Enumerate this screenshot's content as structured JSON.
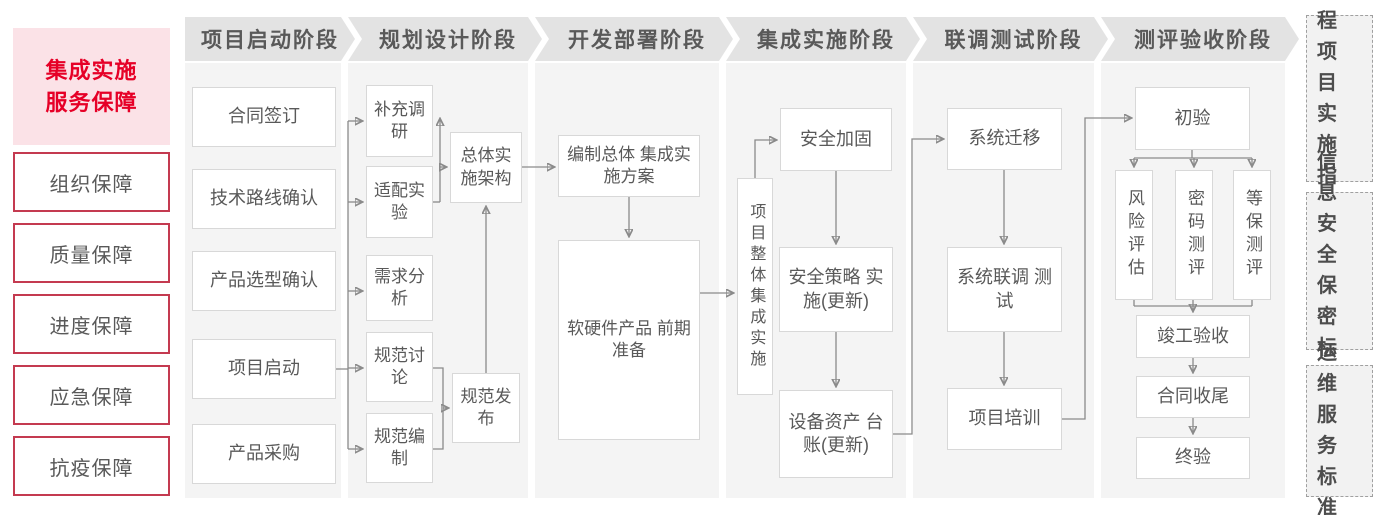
{
  "colors": {
    "accent_red_text": "#e60027",
    "accent_pink_bg": "#fbe2e7",
    "guarantee_border_red": "#c43a50",
    "phase_header_bg": "#e3e3e3",
    "panel_bg": "#f4f4f4",
    "node_border": "#d8d8d8",
    "text_gray": "#595959",
    "connector_gray": "#8a8a8a"
  },
  "sidebar_left": {
    "title_lines": [
      "集成实施",
      "服务保障"
    ],
    "items": [
      "组织保障",
      "质量保障",
      "进度保障",
      "应急保障",
      "抗疫保障"
    ]
  },
  "phases": [
    {
      "label": "项目启动阶段",
      "nodes": [
        "合同签订",
        "技术路线确认",
        "产品选型确认",
        "项目启动",
        "产品采购"
      ]
    },
    {
      "label": "规划设计阶段",
      "nodes": [
        "补充调研",
        "适配实验",
        "需求分析",
        "规范讨论",
        "规范编制",
        "总体实施架构",
        "规范发布"
      ]
    },
    {
      "label": "开发部署阶段",
      "nodes": [
        "编制总体 集成实施方案",
        "软硬件产品 前期准备"
      ]
    },
    {
      "label": "集成实施阶段",
      "nodes": [
        "项目整体集成实施",
        "安全加固",
        "安全策略 实施(更新)",
        "设备资产 台账(更新)"
      ]
    },
    {
      "label": "联调测试阶段",
      "nodes": [
        "系统迁移",
        "系统联调 测试",
        "项目培训"
      ]
    },
    {
      "label": "测评验收阶段",
      "nodes": [
        "初验",
        "风险评估",
        "密码测评",
        "等保测评",
        "竣工验收",
        "合同收尾",
        "终验"
      ]
    }
  ],
  "sidebar_right": [
    {
      "rows": [
        "工程",
        "项目",
        "实施",
        "指引"
      ]
    },
    {
      "rows": [
        "信息",
        "安全",
        "保密",
        "标准"
      ]
    },
    {
      "rows": [
        "运维",
        "服务",
        "标准"
      ]
    }
  ]
}
